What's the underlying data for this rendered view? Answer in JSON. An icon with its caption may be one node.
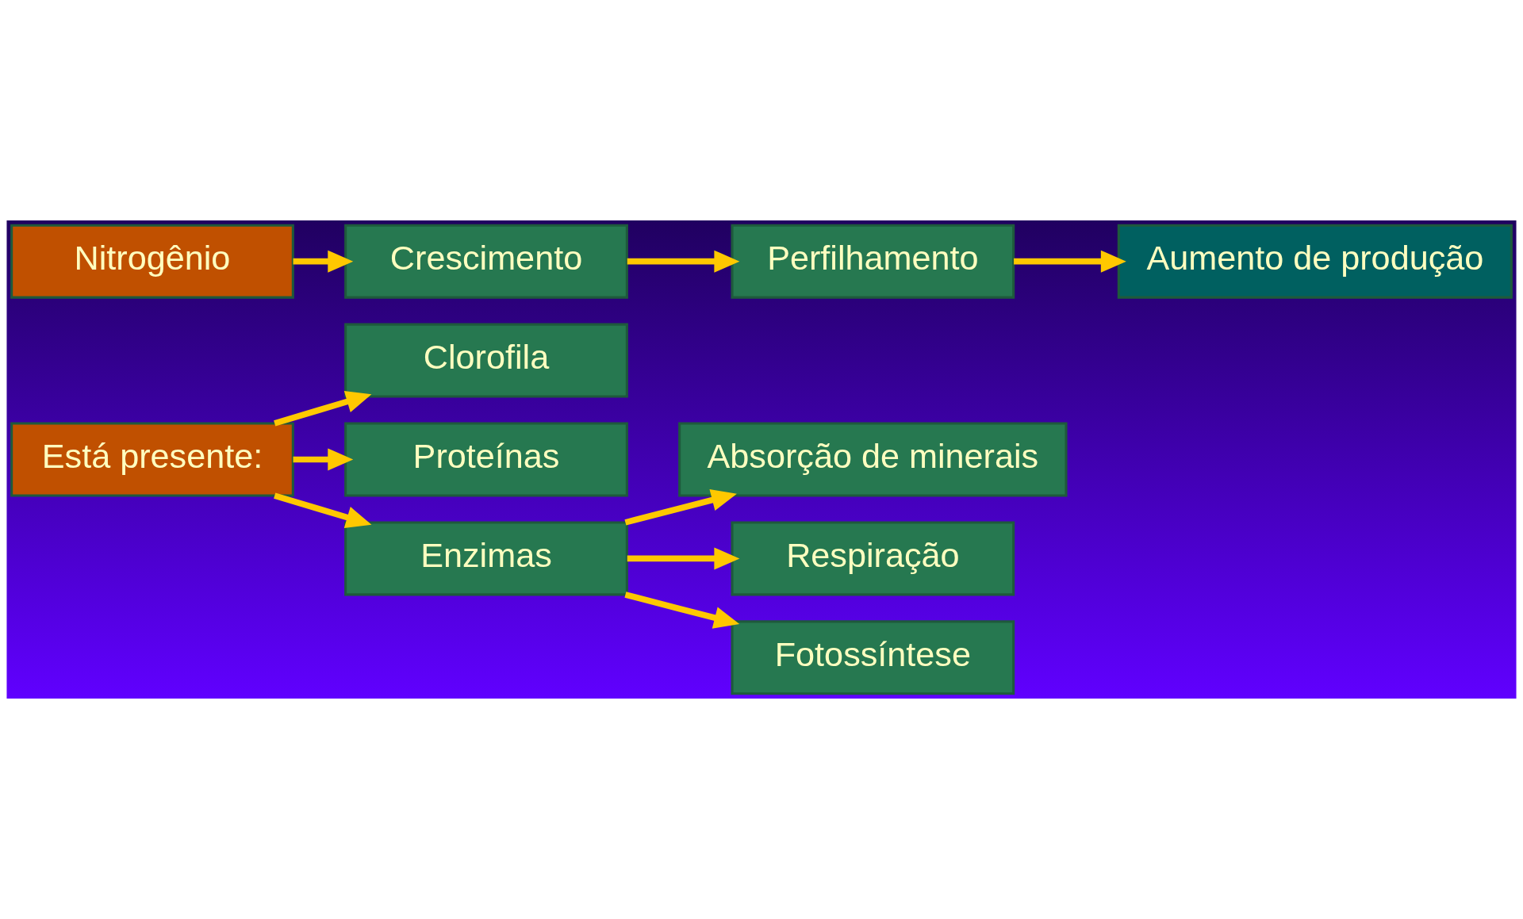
{
  "diagram": {
    "nodes": [
      {
        "text": [
          "Está presente:"
        ]
      },
      {
        "text": [
          "Clorofila"
        ]
      },
      {
        "text": [
          "Proteínas"
        ]
      },
      {
        "text": [
          "Enzimas"
        ]
      },
      {
        "text": [
          "Absorção de minerais"
        ]
      },
      {
        "text": [
          "Respiração"
        ]
      },
      {
        "text": [
          "Fotossíntese"
        ]
      },
      {
        "text": [
          "Nitrogênio"
        ]
      },
      {
        "text": [
          "Crescimento"
        ]
      },
      {
        "text": [
          "Perfilhamento"
        ]
      },
      {
        "text": [
          "Aumento de produção"
        ]
      }
    ],
    "edges": [
      {
        "from": 0,
        "to": 1,
        "arrow": "to"
      },
      {
        "from": 0,
        "to": 2,
        "arrow": "to"
      },
      {
        "from": 0,
        "to": 3,
        "arrow": "to"
      },
      {
        "from": 3,
        "to": 4,
        "arrow": "to"
      },
      {
        "from": 3,
        "to": 5,
        "arrow": "to"
      },
      {
        "from": 3,
        "to": 6,
        "arrow": "to"
      },
      {
        "from": 7,
        "to": 8,
        "arrow": "to"
      },
      {
        "from": 8,
        "to": 9,
        "arrow": "to"
      },
      {
        "from": 9,
        "to": 10,
        "arrow": "to"
      }
    ]
  }
}
